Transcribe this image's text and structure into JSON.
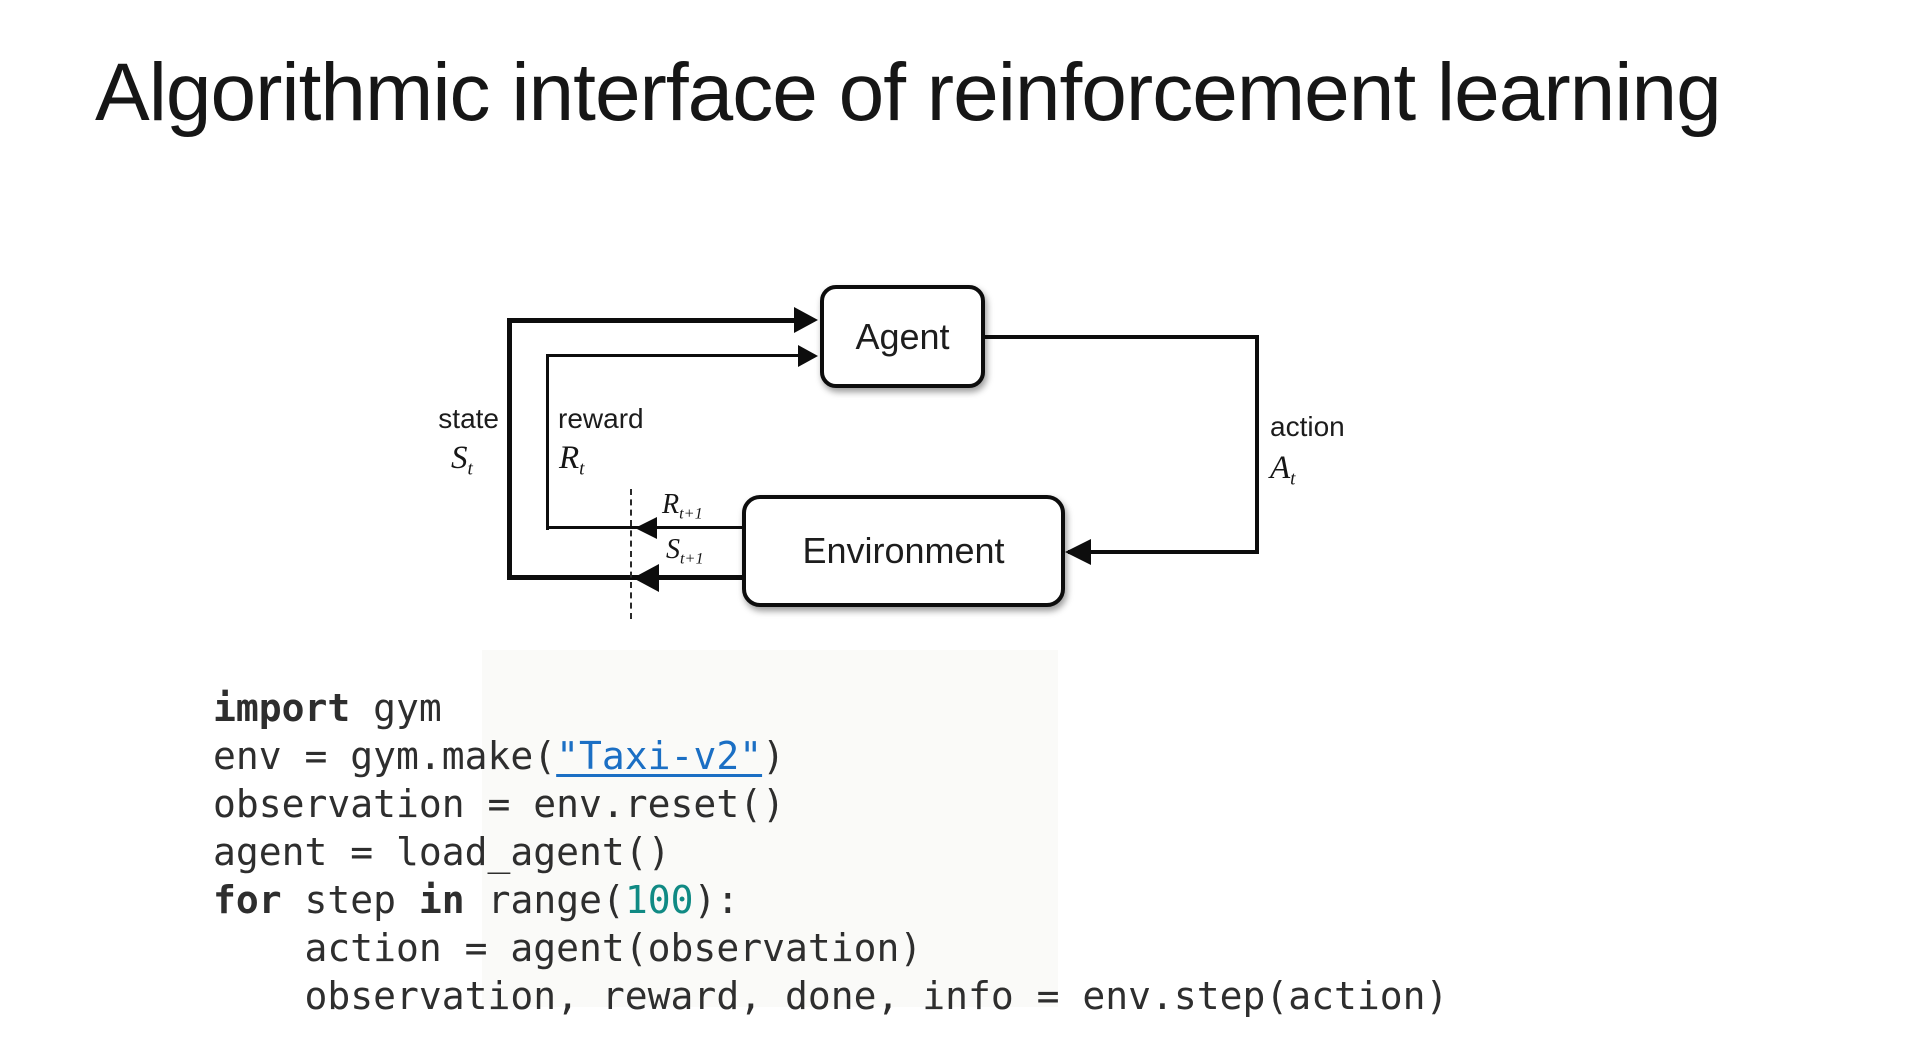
{
  "slide": {
    "title": "Algorithmic interface of reinforcement learning"
  },
  "diagram": {
    "agent_label": "Agent",
    "environment_label": "Environment",
    "state": {
      "word": "state",
      "sym": "S",
      "sub": "t"
    },
    "reward": {
      "word": "reward",
      "sym": "R",
      "sub": "t"
    },
    "action": {
      "word": "action",
      "sym": "A",
      "sub": "t"
    },
    "next_reward": {
      "sym": "R",
      "sub": "t+1"
    },
    "next_state": {
      "sym": "S",
      "sub": "t+1"
    }
  },
  "code": {
    "lines": [
      [
        {
          "t": "import",
          "s": "bold"
        },
        {
          "t": " gym",
          "s": "plain"
        }
      ],
      [
        {
          "t": "env = gym.make(",
          "s": "plain"
        },
        {
          "t": "\"Taxi-v2\"",
          "s": "link"
        },
        {
          "t": ")",
          "s": "plain"
        }
      ],
      [
        {
          "t": "observation = env.reset()",
          "s": "plain"
        }
      ],
      [
        {
          "t": "agent = load_agent()",
          "s": "plain"
        }
      ],
      [
        {
          "t": "for",
          "s": "bold"
        },
        {
          "t": " step ",
          "s": "plain"
        },
        {
          "t": "in",
          "s": "bold"
        },
        {
          "t": " range(",
          "s": "plain"
        },
        {
          "t": "100",
          "s": "number"
        },
        {
          "t": "):",
          "s": "plain"
        }
      ],
      [
        {
          "t": "    action = agent(observation)",
          "s": "plain"
        }
      ],
      [
        {
          "t": "    observation, reward, done, info = env.step(action)",
          "s": "plain"
        }
      ]
    ]
  },
  "colors": {
    "ink": "#0d0d0d",
    "code_text": "#2e2e2e",
    "link_blue": "#1b6fc4",
    "number_teal": "#108a84"
  }
}
